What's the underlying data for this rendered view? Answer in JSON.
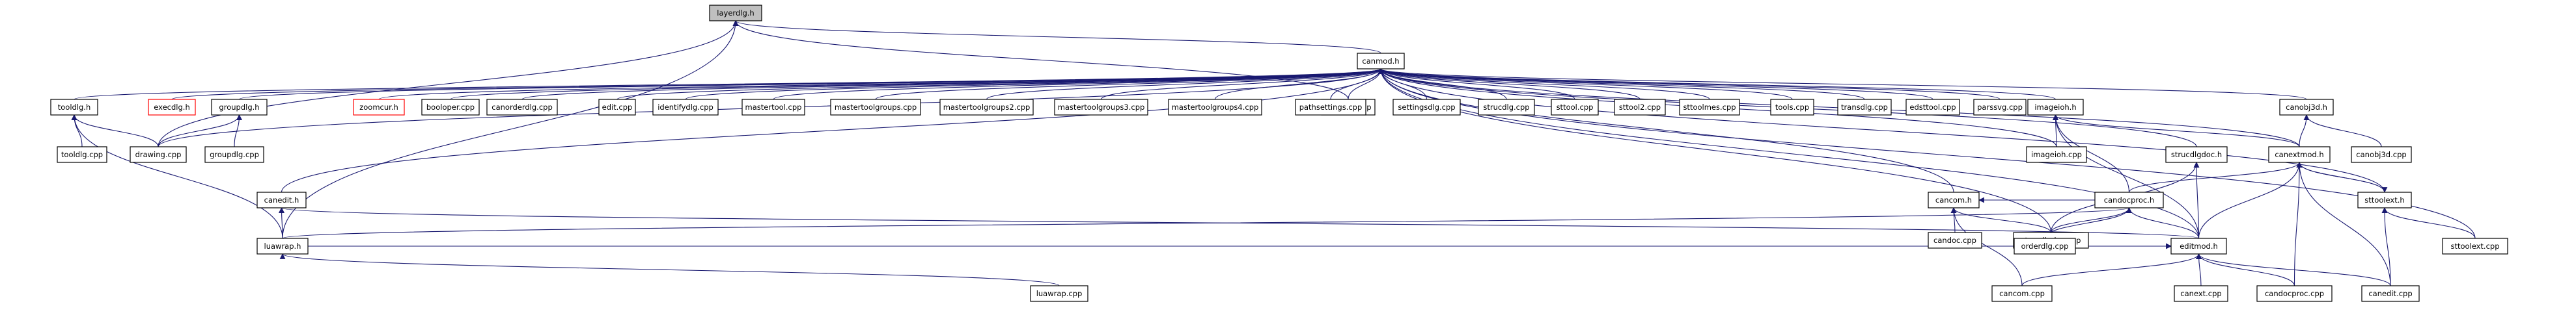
{
  "diagram": {
    "title": "",
    "nodes": [
      {
        "id": "layerdlg_h",
        "label": "layerdlg.h",
        "selected": true
      },
      {
        "id": "canmod_h",
        "label": "canmod.h"
      },
      {
        "id": "layerdlg_cpp",
        "label": "layerdlg.cpp"
      },
      {
        "id": "tooldlg_h",
        "label": "tooldlg.h"
      },
      {
        "id": "execdlg_h",
        "label": "execdlg.h",
        "color": "#ff0000"
      },
      {
        "id": "groupdlg_h",
        "label": "groupdlg.h"
      },
      {
        "id": "zoomcur_h",
        "label": "zoomcur.h",
        "color": "#ff0000"
      },
      {
        "id": "booloper_cpp",
        "label": "booloper.cpp"
      },
      {
        "id": "canorderdlg_cpp",
        "label": "canorderdlg.cpp"
      },
      {
        "id": "edit_cpp",
        "label": "edit.cpp"
      },
      {
        "id": "identifydlg_cpp",
        "label": "identifydlg.cpp"
      },
      {
        "id": "mastertool_cpp",
        "label": "mastertool.cpp"
      },
      {
        "id": "mastertoolgroups_cpp",
        "label": "mastertoolgroups.cpp"
      },
      {
        "id": "mastertoolgroups2_cpp",
        "label": "mastertoolgroups2.cpp"
      },
      {
        "id": "mastertoolgroups3_cpp",
        "label": "mastertoolgroups3.cpp"
      },
      {
        "id": "mastertoolgroups4_cpp",
        "label": "mastertoolgroups4.cpp"
      },
      {
        "id": "pathsettings_cpp",
        "label": "pathsettings.cpp"
      },
      {
        "id": "settingsdlg_cpp",
        "label": "settingsdlg.cpp"
      },
      {
        "id": "strucdlg_cpp",
        "label": "strucdlg.cpp"
      },
      {
        "id": "sttool_cpp",
        "label": "sttool.cpp"
      },
      {
        "id": "sttool2_cpp",
        "label": "sttool2.cpp"
      },
      {
        "id": "sttoolmes_cpp",
        "label": "sttoolmes.cpp"
      },
      {
        "id": "tools_cpp",
        "label": "tools.cpp"
      },
      {
        "id": "transdlg_cpp",
        "label": "transdlg.cpp"
      },
      {
        "id": "edsttool_cpp",
        "label": "edsttool.cpp"
      },
      {
        "id": "parssvg_cpp",
        "label": "parssvg.cpp"
      },
      {
        "id": "imageioh_h",
        "label": "imageioh.h"
      },
      {
        "id": "canobj3d_h",
        "label": "canobj3d.h"
      },
      {
        "id": "tooldlg_cpp",
        "label": "tooldlg.cpp"
      },
      {
        "id": "drawing_cpp",
        "label": "drawing.cpp"
      },
      {
        "id": "groupdlg_cpp",
        "label": "groupdlg.cpp"
      },
      {
        "id": "imageioh_cpp",
        "label": "imageioh.cpp"
      },
      {
        "id": "strucdlgdoc_h",
        "label": "strucdlgdoc.h"
      },
      {
        "id": "canextmod_h",
        "label": "canextmod.h"
      },
      {
        "id": "canobj3d_cpp",
        "label": "canobj3d.cpp"
      },
      {
        "id": "cancom_h",
        "label": "cancom.h"
      },
      {
        "id": "candoc_cpp",
        "label": "candoc.cpp"
      },
      {
        "id": "strucdlgdoc_cpp",
        "label": "strucdlgdoc.cpp"
      },
      {
        "id": "candocproc_h",
        "label": "candocproc.h"
      },
      {
        "id": "sttoolext_h",
        "label": "sttoolext.h"
      },
      {
        "id": "canedit_h",
        "label": "canedit.h"
      },
      {
        "id": "luawrap_h",
        "label": "luawrap.h"
      },
      {
        "id": "orderdlg_cpp",
        "label": "orderdlg.cpp"
      },
      {
        "id": "editmod_h",
        "label": "editmod.h"
      },
      {
        "id": "sttoolext_cpp",
        "label": "sttoolext.cpp"
      },
      {
        "id": "luawrap_cpp",
        "label": "luawrap.cpp"
      },
      {
        "id": "cancom_cpp",
        "label": "cancom.cpp"
      },
      {
        "id": "canext_cpp",
        "label": "canext.cpp"
      },
      {
        "id": "candocproc_cpp",
        "label": "candocproc.cpp"
      },
      {
        "id": "canedit_cpp",
        "label": "canedit.cpp"
      }
    ],
    "edges": [
      [
        "canmod_h",
        "layerdlg_h"
      ],
      [
        "layerdlg_cpp",
        "layerdlg_h"
      ],
      [
        "luawrap_h",
        "layerdlg_h"
      ],
      [
        "drawing_cpp",
        "layerdlg_h"
      ],
      [
        "tooldlg_h",
        "canmod_h"
      ],
      [
        "execdlg_h",
        "canmod_h"
      ],
      [
        "groupdlg_h",
        "canmod_h"
      ],
      [
        "zoomcur_h",
        "canmod_h"
      ],
      [
        "booloper_cpp",
        "canmod_h"
      ],
      [
        "canorderdlg_cpp",
        "canmod_h"
      ],
      [
        "edit_cpp",
        "canmod_h"
      ],
      [
        "identifydlg_cpp",
        "canmod_h"
      ],
      [
        "mastertool_cpp",
        "canmod_h"
      ],
      [
        "mastertoolgroups_cpp",
        "canmod_h"
      ],
      [
        "mastertoolgroups2_cpp",
        "canmod_h"
      ],
      [
        "mastertoolgroups3_cpp",
        "canmod_h"
      ],
      [
        "mastertoolgroups4_cpp",
        "canmod_h"
      ],
      [
        "pathsettings_cpp",
        "canmod_h"
      ],
      [
        "settingsdlg_cpp",
        "canmod_h"
      ],
      [
        "strucdlg_cpp",
        "canmod_h"
      ],
      [
        "sttool_cpp",
        "canmod_h"
      ],
      [
        "sttool2_cpp",
        "canmod_h"
      ],
      [
        "sttoolmes_cpp",
        "canmod_h"
      ],
      [
        "tools_cpp",
        "canmod_h"
      ],
      [
        "transdlg_cpp",
        "canmod_h"
      ],
      [
        "edsttool_cpp",
        "canmod_h"
      ],
      [
        "parssvg_cpp",
        "canmod_h"
      ],
      [
        "imageioh_h",
        "canmod_h"
      ],
      [
        "canobj3d_h",
        "canmod_h"
      ],
      [
        "layerdlg_cpp",
        "canmod_h"
      ],
      [
        "canedit_h",
        "canmod_h"
      ],
      [
        "cancom_h",
        "canmod_h"
      ],
      [
        "strucdlgdoc_h",
        "canmod_h"
      ],
      [
        "canextmod_h",
        "canmod_h"
      ],
      [
        "sttoolext_h",
        "canmod_h"
      ],
      [
        "editmod_h",
        "canmod_h"
      ],
      [
        "sttoolext_cpp",
        "canmod_h"
      ],
      [
        "strucdlgdoc_cpp",
        "canmod_h"
      ],
      [
        "imageioh_cpp",
        "canmod_h"
      ],
      [
        "drawing_cpp",
        "canmod_h"
      ],
      [
        "tooldlg_cpp",
        "tooldlg_h"
      ],
      [
        "drawing_cpp",
        "tooldlg_h"
      ],
      [
        "luawrap_h",
        "tooldlg_h"
      ],
      [
        "drawing_cpp",
        "groupdlg_h"
      ],
      [
        "groupdlg_cpp",
        "groupdlg_h"
      ],
      [
        "imageioh_cpp",
        "imageioh_h"
      ],
      [
        "canextmod_h",
        "imageioh_h"
      ],
      [
        "candocproc_h",
        "imageioh_h"
      ],
      [
        "editmod_h",
        "imageioh_h"
      ],
      [
        "canextmod_h",
        "canobj3d_h"
      ],
      [
        "canobj3d_cpp",
        "canobj3d_h"
      ],
      [
        "strucdlgdoc_cpp",
        "strucdlgdoc_h"
      ],
      [
        "editmod_h",
        "strucdlgdoc_h"
      ],
      [
        "candocproc_h",
        "canextmod_h"
      ],
      [
        "sttoolext_h",
        "canextmod_h"
      ],
      [
        "editmod_h",
        "canextmod_h"
      ],
      [
        "candocproc_cpp",
        "canextmod_h"
      ],
      [
        "canedit_cpp",
        "canextmod_h"
      ],
      [
        "candoc_cpp",
        "cancom_h"
      ],
      [
        "strucdlgdoc_cpp",
        "cancom_h"
      ],
      [
        "candocproc_h",
        "cancom_h"
      ],
      [
        "cancom_cpp",
        "cancom_h"
      ],
      [
        "strucdlgdoc_cpp",
        "candocproc_h"
      ],
      [
        "luawrap_h",
        "candocproc_h"
      ],
      [
        "orderdlg_cpp",
        "candocproc_h"
      ],
      [
        "editmod_h",
        "candocproc_h"
      ],
      [
        "canextmod_h",
        "sttoolext_h"
      ],
      [
        "sttoolext_cpp",
        "sttoolext_h"
      ],
      [
        "canedit_cpp",
        "sttoolext_h"
      ],
      [
        "luawrap_h",
        "canedit_h"
      ],
      [
        "editmod_h",
        "canedit_h"
      ],
      [
        "luawrap_cpp",
        "luawrap_h"
      ],
      [
        "luawrap_h",
        "editmod_h"
      ],
      [
        "orderdlg_cpp",
        "editmod_h"
      ],
      [
        "cancom_cpp",
        "editmod_h"
      ],
      [
        "canext_cpp",
        "editmod_h"
      ],
      [
        "candocproc_cpp",
        "editmod_h"
      ],
      [
        "canedit_cpp",
        "editmod_h"
      ]
    ]
  }
}
